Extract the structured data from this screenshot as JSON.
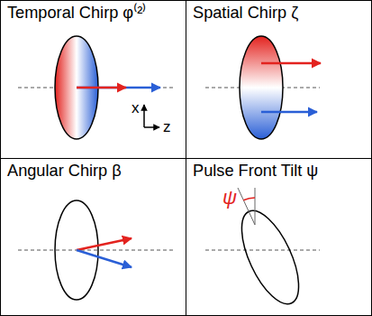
{
  "diagram": {
    "nodes": [
      {
        "text": [
          "Temporal Chirp φ⁽²⁾"
        ]
      },
      {
        "text": [
          "Spatial Chirp ζ"
        ]
      },
      {
        "text": [
          "Angular Chirp β"
        ]
      },
      {
        "text": [
          "Pulse Front Tilt ψ"
        ]
      }
    ],
    "labels": [
      "x",
      "z",
      "ψ"
    ]
  }
}
